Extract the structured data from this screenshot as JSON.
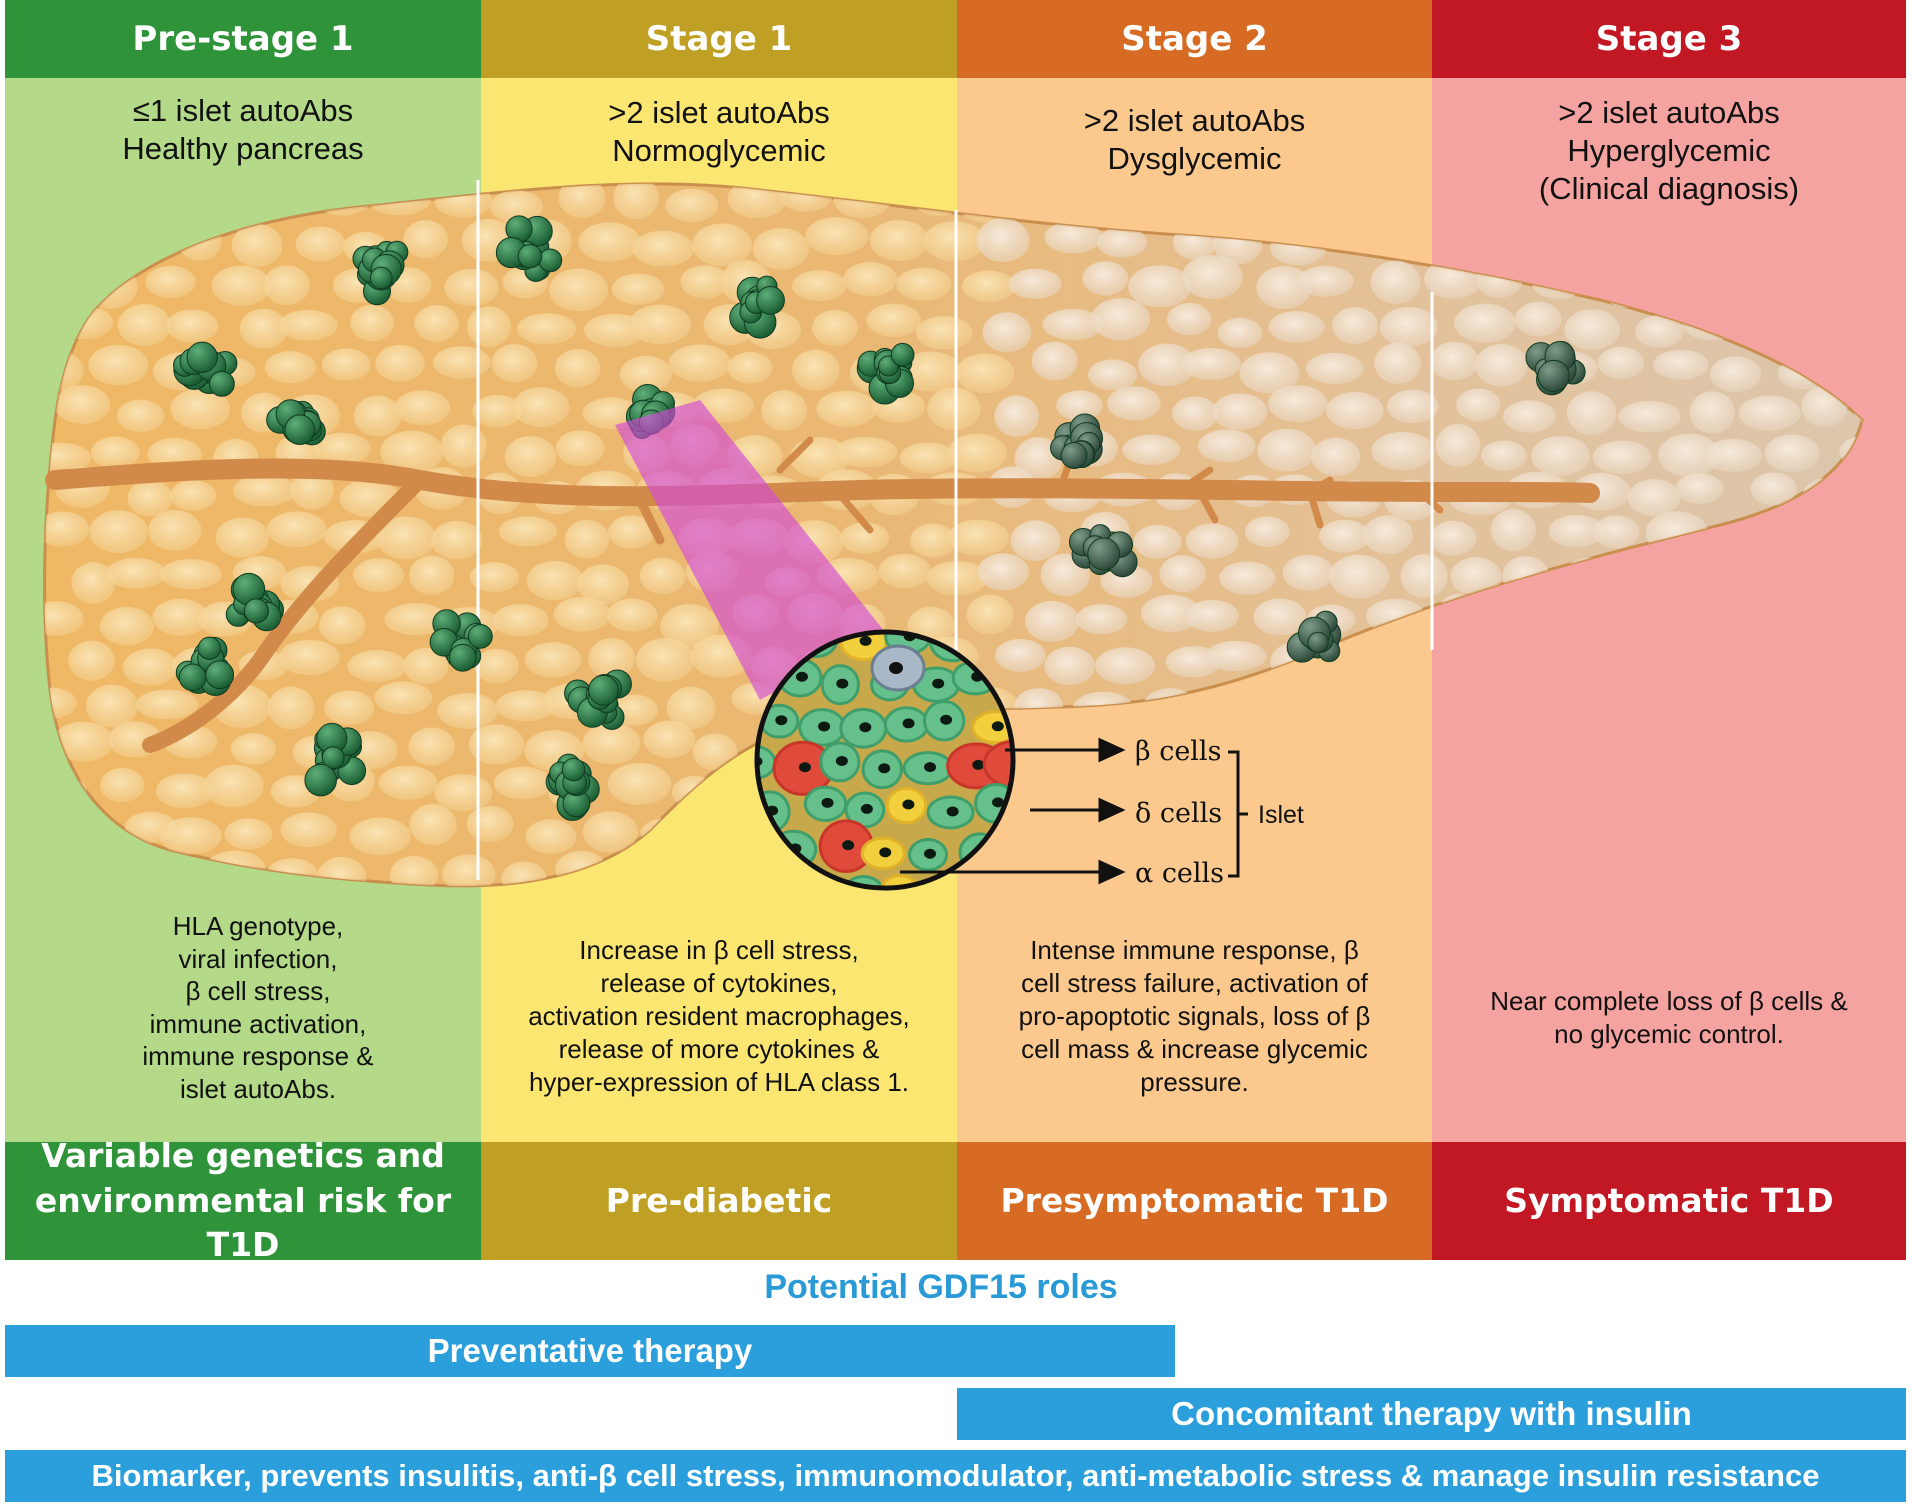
{
  "stages": [
    {
      "header": "Pre-stage 1",
      "status_lines": [
        "≤1 islet autoAbs",
        "Healthy pancreas"
      ],
      "description": [
        "HLA genotype,",
        "viral infection,",
        "β cell stress,",
        "immune activation,",
        "immune response &",
        "islet autoAbs."
      ],
      "footer_lines": [
        "Variable genetics and",
        "environmental risk for T1D"
      ],
      "colors": {
        "header": "#2f9339",
        "body": "#b3d989"
      }
    },
    {
      "header": "Stage 1",
      "status_lines": [
        ">2 islet autoAbs",
        "Normoglycemic"
      ],
      "description": [
        "Increase in β cell stress,",
        "release of cytokines,",
        "activation resident macrophages,",
        "release of more cytokines &",
        "hyper-expression of HLA class 1."
      ],
      "footer_lines": [
        "Pre-diabetic"
      ],
      "colors": {
        "header": "#c0a024",
        "body": "#fce672"
      }
    },
    {
      "header": "Stage 2",
      "status_lines": [
        ">2 islet autoAbs",
        "Dysglycemic"
      ],
      "description": [
        "Intense immune response, β",
        "cell stress failure, activation of",
        "pro-apoptotic signals, loss of β",
        "cell mass & increase glycemic",
        "pressure."
      ],
      "footer_lines": [
        "Presymptomatic T1D"
      ],
      "colors": {
        "header": "#d76b24",
        "body": "#fbc98d"
      }
    },
    {
      "header": "Stage 3",
      "status_lines": [
        ">2 islet autoAbs",
        "Hyperglycemic",
        "(Clinical diagnosis)"
      ],
      "description": [
        "Near complete loss of β cells &",
        "no glycemic control."
      ],
      "footer_lines": [
        "Symptomatic T1D"
      ],
      "colors": {
        "header": "#c11824",
        "body": "#f5a3a0"
      }
    }
  ],
  "islet_inset": {
    "cell_labels": [
      "β cells",
      "δ cells",
      "α cells"
    ],
    "group_label": "Islet"
  },
  "gdf15": {
    "title": "Potential GDF15 roles",
    "bars": [
      "Preventative therapy",
      "Concomitant therapy with insulin",
      "Biomarker, prevents insulitis, anti-β cell stress, immunomodulator, anti-metabolic stress & manage insulin resistance"
    ],
    "bar_color": "#2a9fdb"
  }
}
